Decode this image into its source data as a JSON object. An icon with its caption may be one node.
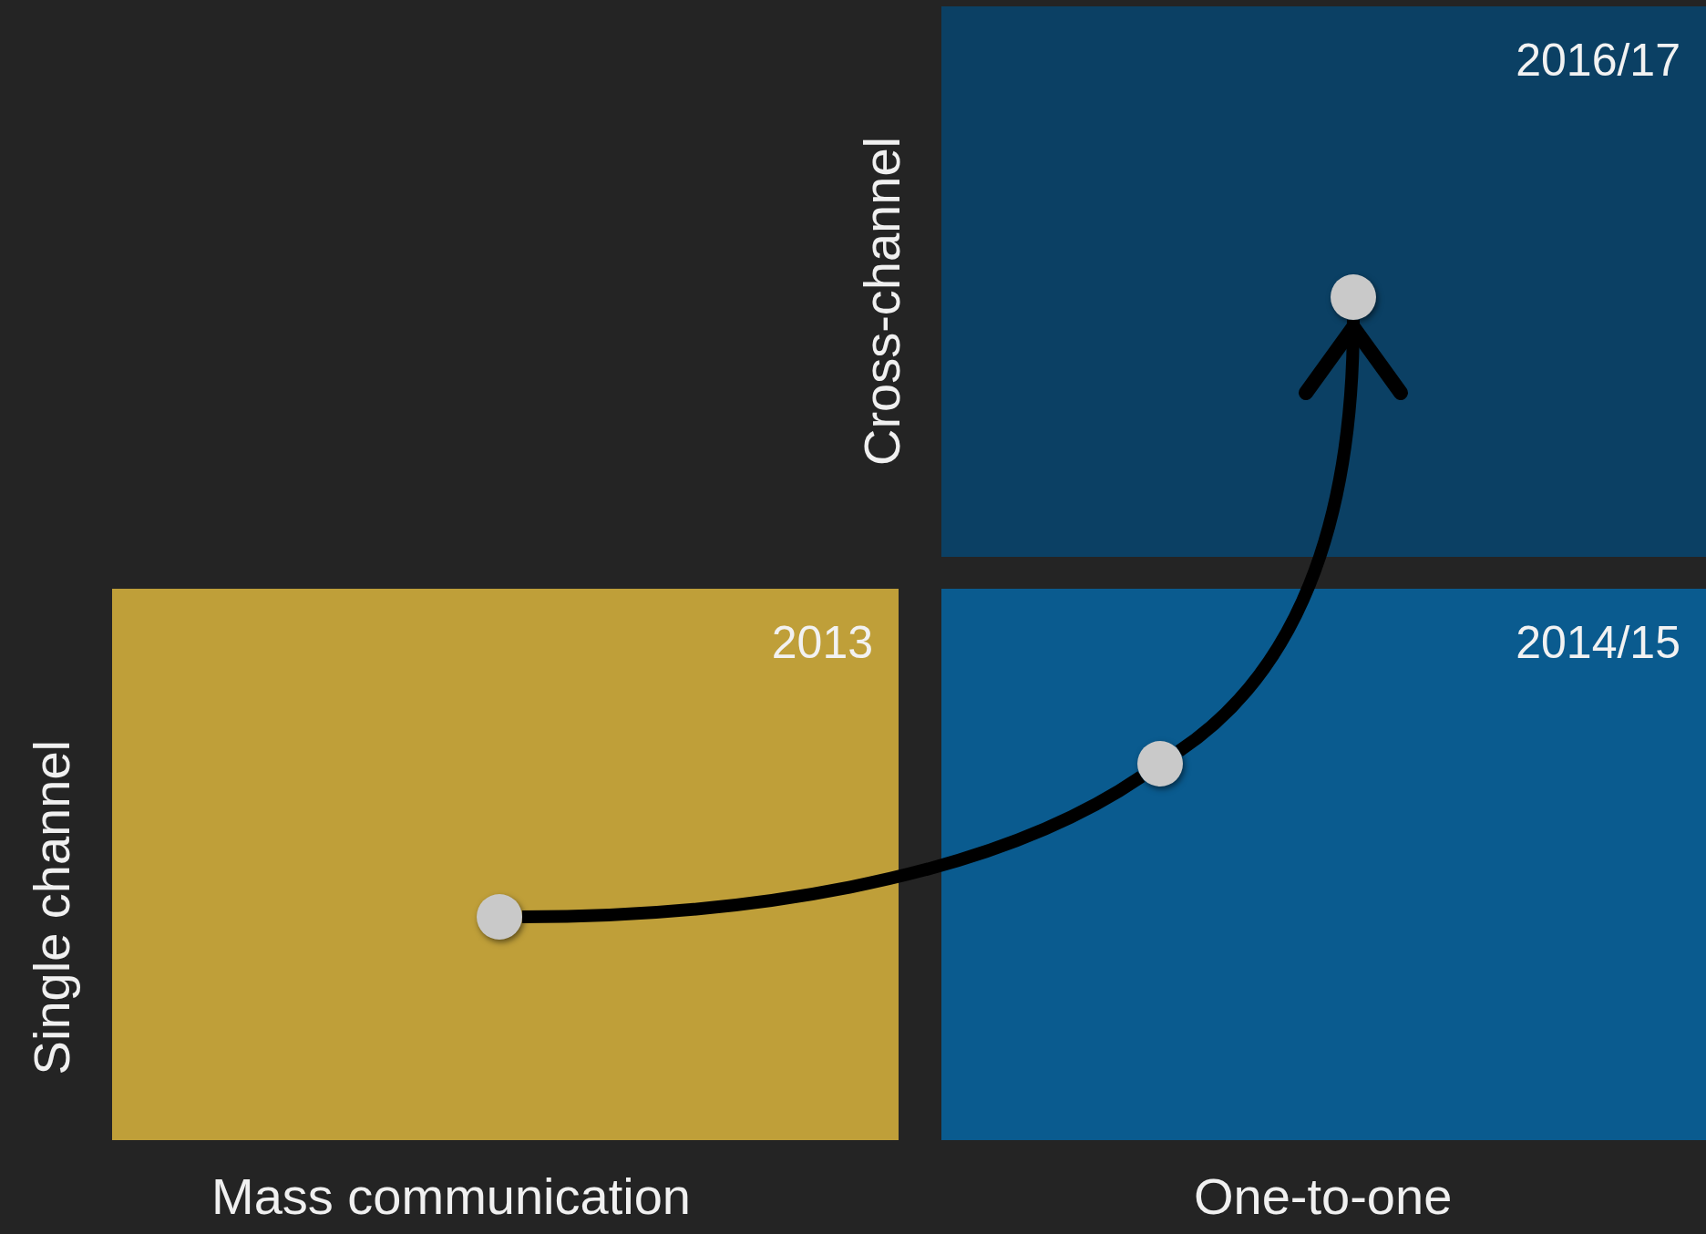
{
  "diagram": {
    "nodes": [
      {
        "text": [
          "2016/17"
        ]
      },
      {
        "text": [],
        "shape": "circle",
        "in": 0
      },
      {
        "text": [
          "2013"
        ]
      },
      {
        "text": [],
        "shape": "circle",
        "in": 2
      },
      {
        "text": [
          "2014/15"
        ]
      },
      {
        "text": [],
        "shape": "circle",
        "in": 4
      }
    ],
    "edges": [
      {
        "from": 3,
        "to": 5,
        "arrow": "none"
      },
      {
        "from": 5,
        "to": 1,
        "arrow": "to"
      }
    ],
    "labels": [
      "Cross-channel",
      "Single channel",
      "Mass communication",
      "One-to-one"
    ]
  }
}
